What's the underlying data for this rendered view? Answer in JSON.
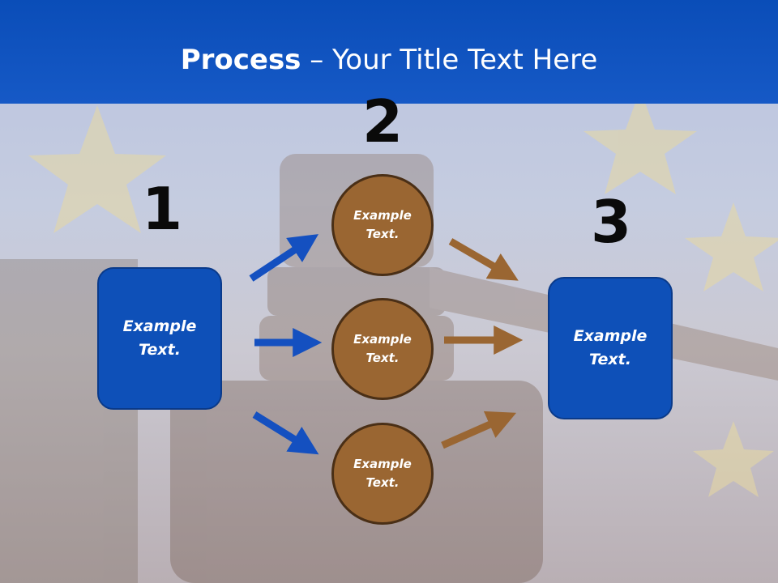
{
  "title": {
    "bold": "Process",
    "rest": " – Your Title Text Here"
  },
  "steps": [
    "1",
    "2",
    "3"
  ],
  "left_box": {
    "text": "Example\nText."
  },
  "right_box": {
    "text": "Example\nText."
  },
  "circles": [
    {
      "text": "Example\nText."
    },
    {
      "text": "Example\nText."
    },
    {
      "text": "Example\nText."
    }
  ],
  "colors": {
    "title_bar": "#1659c6",
    "box_fill": "#0e50b8",
    "circle_fill": "#9a6632",
    "blue_arrow": "#1450c0",
    "brown_arrow": "#9a6632"
  }
}
